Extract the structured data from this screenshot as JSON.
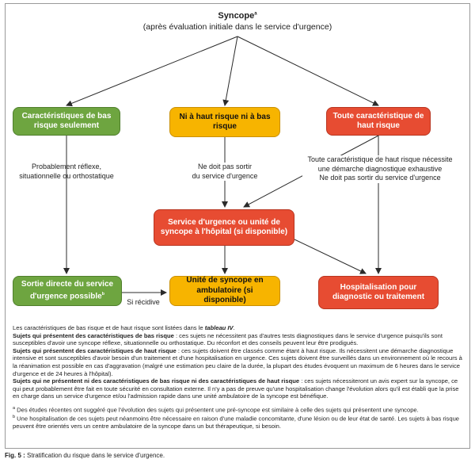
{
  "title": {
    "main": "Syncope",
    "main_sup": "a",
    "sub": "(après évaluation initiale dans le service d'urgence)"
  },
  "nodes": {
    "low_risk": "Caractéristiques de bas risque seulement",
    "neither": "Ni à haut risque ni à bas risque",
    "high_risk": "Toute caractéristique de haut risque",
    "er_unit": "Service d'urgence ou unité de syncope à l'hôpital (si disponible)",
    "discharge": "Sortie directe du service d'urgence possible",
    "discharge_sup": "b",
    "outpatient": "Unité de syncope en ambulatoire (si disponible)",
    "hospital": "Hospitalisation pour diagnostic ou traitement"
  },
  "labels": {
    "low_risk_note_1": "Probablement réflexe,",
    "low_risk_note_2": "situationnelle ou orthostatique",
    "neither_note_1": "Ne doit pas sortir",
    "neither_note_2": "du service d'urgence",
    "high_risk_note_1": "Toute caractéristique de haut risque nécessite",
    "high_risk_note_2": "une démarche diagnostique exhaustive",
    "high_risk_note_3": "Ne doit pas sortir du service d'urgence",
    "recurrence": "Si récidive"
  },
  "notes": {
    "intro_text": "Les caractéristiques de bas risque et de haut risque sont listées dans le ",
    "intro_ref": "tableau IV",
    "intro_end": ".",
    "low_head": "Sujets qui présentent des caractéristiques de bas risque",
    "low_text": " : ces sujets ne nécessitent pas d'autres tests diagnostiques dans le service d'urgence puisqu'ils sont susceptibles d'avoir une syncope réflexe, situationnelle ou orthostatique. Du réconfort et des conseils peuvent leur être prodigués.",
    "high_head": "Sujets qui présentent des caractéristiques de haut risque",
    "high_text": " : ces sujets doivent être classés comme étant à haut risque. Ils nécessitent une démarche diagnostique intensive et sont susceptibles d'avoir besoin d'un traitement et d'une hospitalisation en urgence. Ces sujets doivent être surveillés dans un environnement où le recours à la réanimation est possible en cas d'aggravation (malgré une estimation peu claire de la durée, la plupart des études évoquent un maximum de 6 heures dans le service d'urgence et de 24 heures à l'hôpital).",
    "neither_head": "Sujets qui ne présentent ni des caractéristiques de bas risque ni des caractéristiques de haut risque",
    "neither_text": " : ces sujets nécessiteront un avis expert sur la syncope, ce qui peut probablement être fait en toute sécurité en consultation externe. Il n'y a pas de preuve qu'une hospitalisation change l'évolution alors qu'il est établi que la prise en charge dans un service d'urgence et/ou l'admission rapide dans une unité ambulatoire de la syncope est bénéfique.",
    "foot_a_mark": "a",
    "foot_a": " Des études récentes ont suggéré que l'évolution des sujets qui présentent une pré-syncope est similaire à celle des sujets qui présentent une syncope.",
    "foot_b_mark": "b",
    "foot_b": " Une hospitalisation de ces sujets peut néanmoins être nécessaire en raison d'une maladie concomitante, d'une lésion ou de leur état de santé. Les sujets à bas risque peuvent être orientés vers un centre ambulatoire de la syncope dans un but thérapeutique, si besoin."
  },
  "caption": {
    "label": "Fig. 5 :",
    "text": " Stratification du risque dans le service d'urgence."
  },
  "colors": {
    "green": "#6ea540",
    "orange": "#f7b400",
    "red": "#e74c32",
    "arrow": "#2b2b2b"
  }
}
